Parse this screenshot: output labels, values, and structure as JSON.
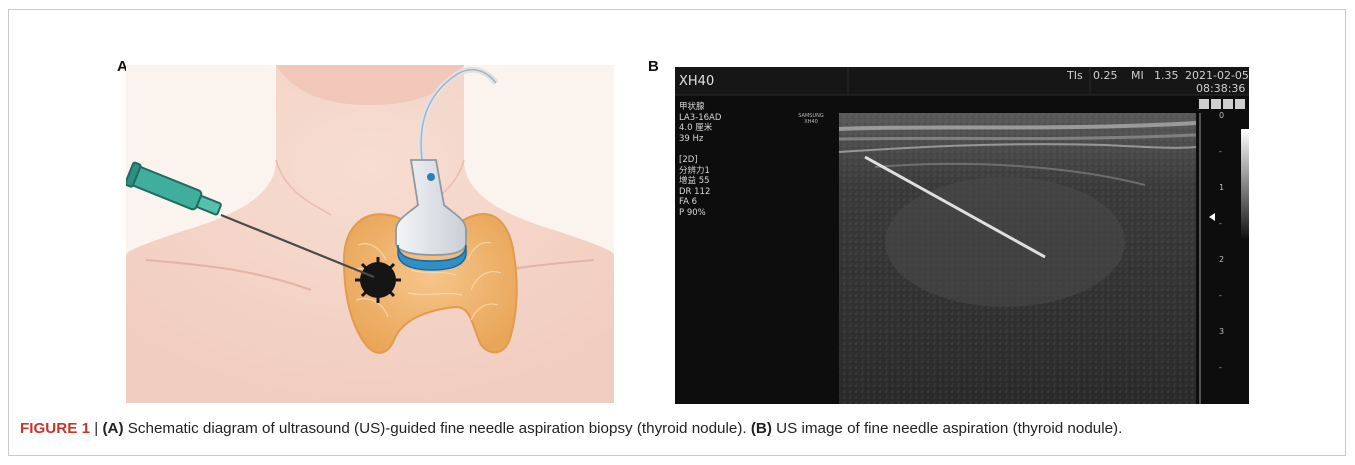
{
  "figure": {
    "panel_a_letter": "A",
    "panel_b_letter": "B",
    "caption": {
      "figure_label": "FIGURE 1",
      "separator": "|",
      "label_a": "(A)",
      "text_a": "Schematic diagram of ultrasound (US)-guided fine needle aspiration biopsy (thyroid nodule).",
      "label_b": "(B)",
      "text_b": "US image of fine needle aspiration (thyroid nodule)."
    }
  },
  "ultrasound": {
    "model": "XH40",
    "tis": "TIs",
    "tis_value": "0.25",
    "mi": "MI",
    "mi_value": "1.35",
    "date": "2021-02-05",
    "time": "08:38:36",
    "brand": "SAMSUNG",
    "brand_model": "XH40",
    "info": [
      "甲状腺",
      "LA3-16AD",
      "4.0 厘米",
      "39 Hz",
      "",
      "[2D]",
      "分辨力1",
      "增益 55",
      "DR   112",
      "FA   6",
      "P    90%"
    ],
    "depth_ticks": [
      "0",
      "-",
      "1",
      "-",
      "2",
      "-",
      "3",
      "-"
    ]
  }
}
